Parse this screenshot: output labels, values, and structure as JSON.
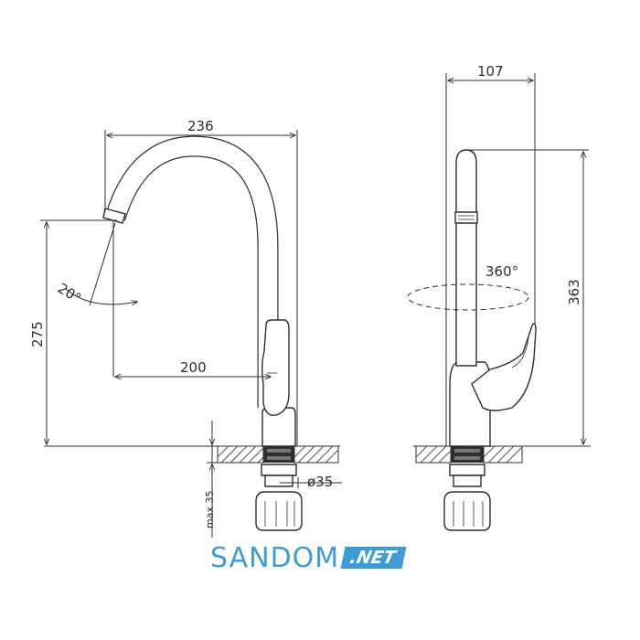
{
  "dimensions": {
    "width_total": "236",
    "height_spout": "275",
    "reach": "200",
    "angle": "20°",
    "depth": "107",
    "height_total": "363",
    "rotation": "360°",
    "diameter": "ø35",
    "max_thickness": "max 35"
  },
  "brand": {
    "name": "SANDOM",
    "suffix": ".NET",
    "color": "#3f9bd3"
  }
}
